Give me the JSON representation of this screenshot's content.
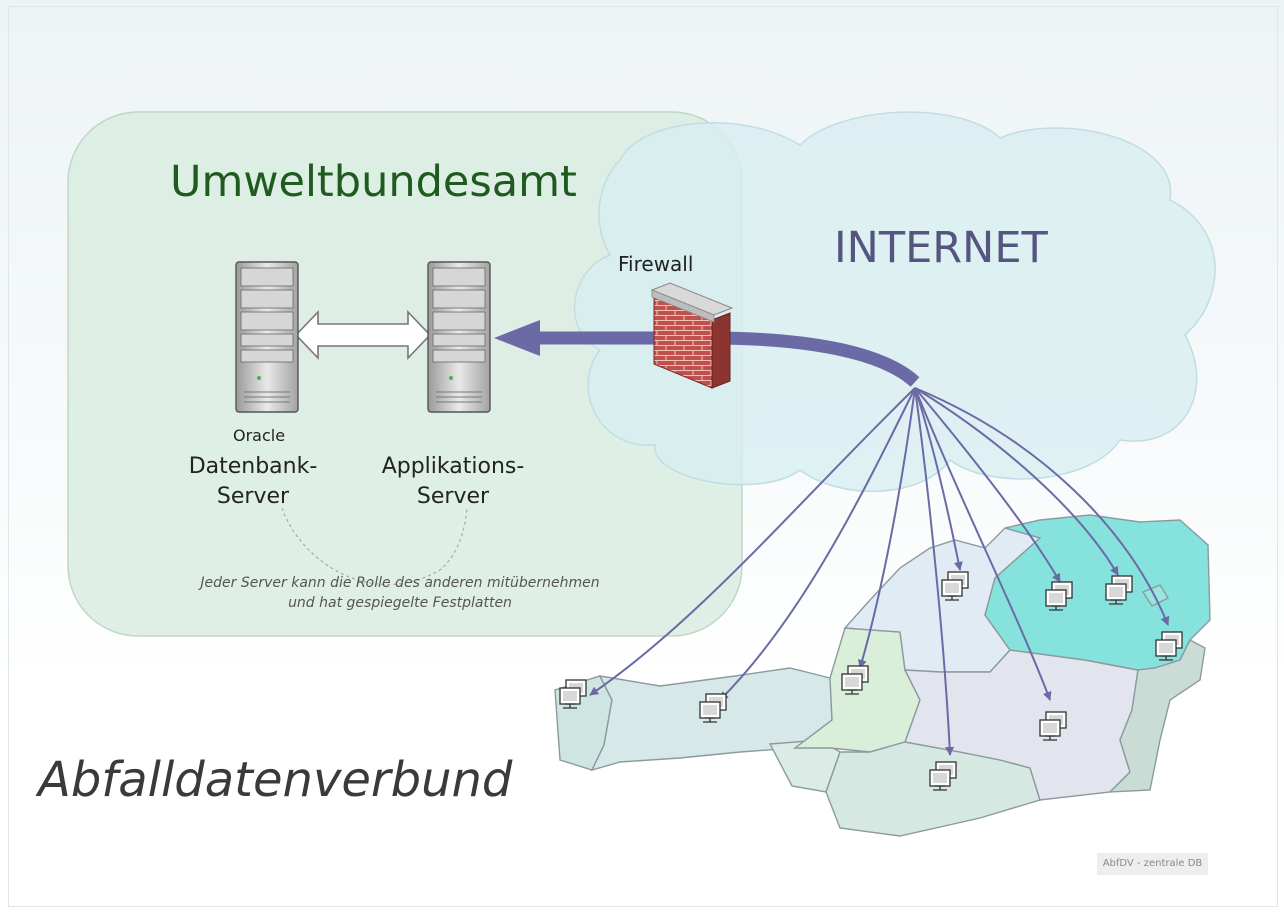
{
  "zones": {
    "uba": "Umweltbundesamt",
    "internet": "INTERNET"
  },
  "firewall": {
    "label": "Firewall"
  },
  "servers": {
    "db_prefix": "Oracle",
    "db_line1": "Datenbank-",
    "db_line2": "Server",
    "app_line1": "Applikations-",
    "app_line2": "Server"
  },
  "note": {
    "line1": "Jeder Server kann die Rolle des anderen mitübernehmen",
    "line2": "und hat gespiegelte Festplatten"
  },
  "title": "Abfalldatenverbund",
  "tag": "AbfDV -  zentrale DB",
  "colors": {
    "uba_box": "#d9ece1",
    "cloud": "#d8eef0",
    "link_arrow": "#6c6aa6",
    "firewall_brick": "#c0504d",
    "highlight_region": "#86e2dc"
  }
}
